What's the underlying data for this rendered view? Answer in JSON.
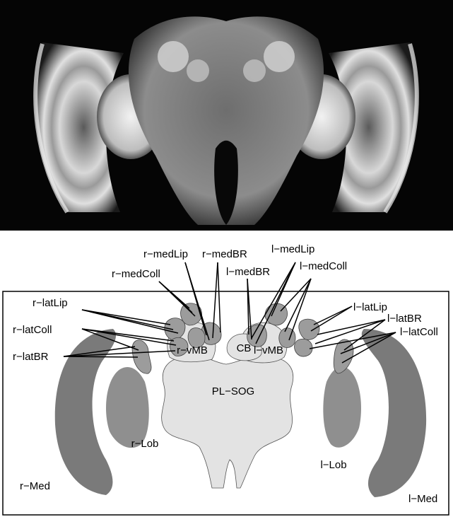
{
  "labels": {
    "r_medLip": "r−medLip",
    "r_medBR": "r−medBR",
    "r_medColl": "r−medColl",
    "l_medLip": "l−medLip",
    "l_medBR": "l−medBR",
    "l_medColl": "l−medColl",
    "r_latLip": "r−latLip",
    "r_latColl": "r−latColl",
    "r_latBR": "r−latBR",
    "l_latLip": "l−latLip",
    "l_latBR": "l−latBR",
    "l_latColl": "l−latColl",
    "r_vMB": "r−vMB",
    "l_vMB": "l−vMB",
    "CB": "CB",
    "PL_SOG": "PL−SOG",
    "r_Lob": "r−Lob",
    "l_Lob": "l−Lob",
    "r_Med": "r−Med",
    "l_Med": "l−Med"
  },
  "colors": {
    "medulla": "#7a7a7a",
    "lobula": "#8f8f8f",
    "calyx": "#9c9c9c",
    "central": "#e3e3e3"
  }
}
